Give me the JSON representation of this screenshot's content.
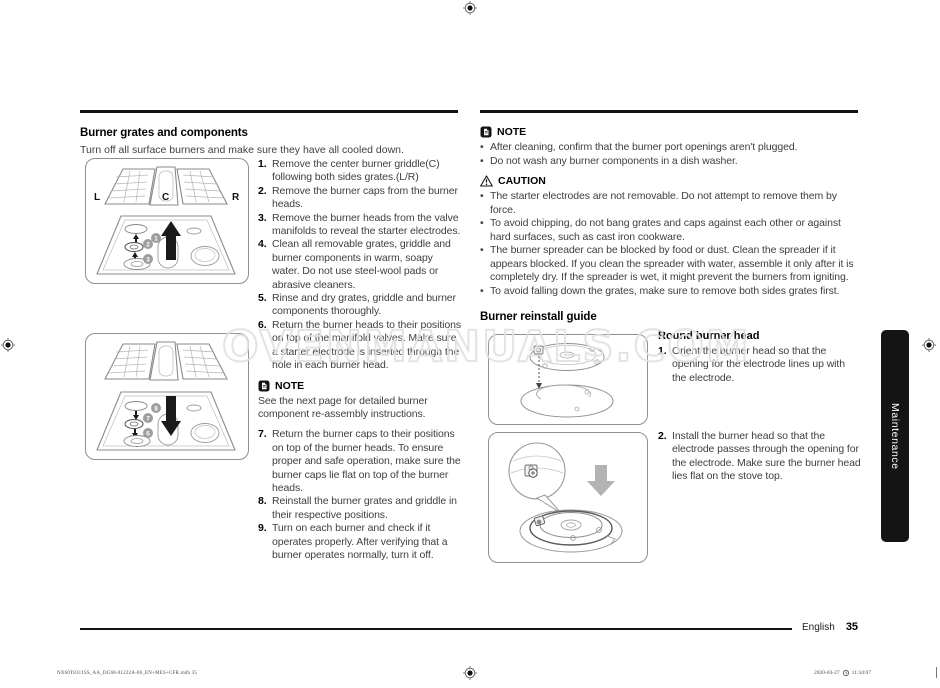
{
  "page": {
    "watermark": "OVENMANUALS.COM",
    "side_tab_label": "Maintenance",
    "page_label": "English",
    "page_number": "35",
    "footer_file": "NX60T8311SS_AA_DG68-01222A-00_EN+MES+CFR.indb   35",
    "print_date": "2020-03-27",
    "print_time": "11:34:07"
  },
  "left_column": {
    "heading": "Burner grates and components",
    "intro": "Turn off all surface burners and make sure they have all cooled down.",
    "diagram_top": {
      "label_left": "L",
      "label_center": "C",
      "label_right": "R",
      "chip_arrow": "1",
      "chip_mid": "2",
      "chip_bottom": "3"
    },
    "diagram_bottom": {
      "chip_arrow": "8",
      "chip_mid": "7",
      "chip_bottom": "6"
    },
    "steps": [
      {
        "num": "1.",
        "text": "Remove the center burner griddle(C) following both sides grates.(L/R)"
      },
      {
        "num": "2.",
        "text": "Remove the burner caps from the burner heads."
      },
      {
        "num": "3.",
        "text": "Remove the burner heads from the valve manifolds to reveal the starter electrodes."
      },
      {
        "num": "4.",
        "text": "Clean all removable grates, griddle and burner components in warm, soapy water. Do not use steel-wool pads or abrasive cleaners."
      },
      {
        "num": "5.",
        "text": "Rinse and dry grates, griddle and burner components thoroughly."
      },
      {
        "num": "6.",
        "text": "Return the burner heads to their positions on top of the manifold valves. Make sure a starter electrode is inserted through the hole in each burner head."
      },
      {
        "num": "7.",
        "text": "Return the burner caps to their positions on top of the burner heads. To ensure proper and safe operation, make sure the burner caps lie flat on top of the burner heads."
      },
      {
        "num": "8.",
        "text": "Reinstall the burner grates and griddle in their respective positions."
      },
      {
        "num": "9.",
        "text": "Turn on each burner and check if it operates properly. After verifying that a burner operates normally, turn it off."
      }
    ],
    "note_label": "NOTE",
    "note_text": "See the next page for detailed burner component re-assembly instructions."
  },
  "right_column": {
    "note_label": "NOTE",
    "note_bullets": [
      "After cleaning, confirm that the burner port openings aren't plugged.",
      "Do not wash any burner components in a dish washer."
    ],
    "caution_label": "CAUTION",
    "caution_bullets": [
      "The starter electrodes are not removable. Do not attempt to remove them by force.",
      "To avoid chipping, do not bang grates and caps against each other or against hard surfaces, such as cast iron cookware.",
      "The burner spreader can be blocked by food or dust. Clean the spreader if it appears blocked. If you clean the spreader with water, assemble it only after it is completely dry. If the spreader is wet, it might prevent the burners from igniting.",
      "To avoid falling down the grates, make sure to remove both sides grates first."
    ],
    "reinstall_heading": "Burner reinstall guide",
    "round_heading": "Round burner head",
    "round_steps": [
      {
        "num": "1.",
        "text": "Orient the burner head so that the opening for the electrode lines up with the electrode."
      },
      {
        "num": "2.",
        "text": "Install the burner head so that the electrode passes through the opening for the electrode. Make sure the burner head lies flat on the stove top."
      }
    ]
  }
}
